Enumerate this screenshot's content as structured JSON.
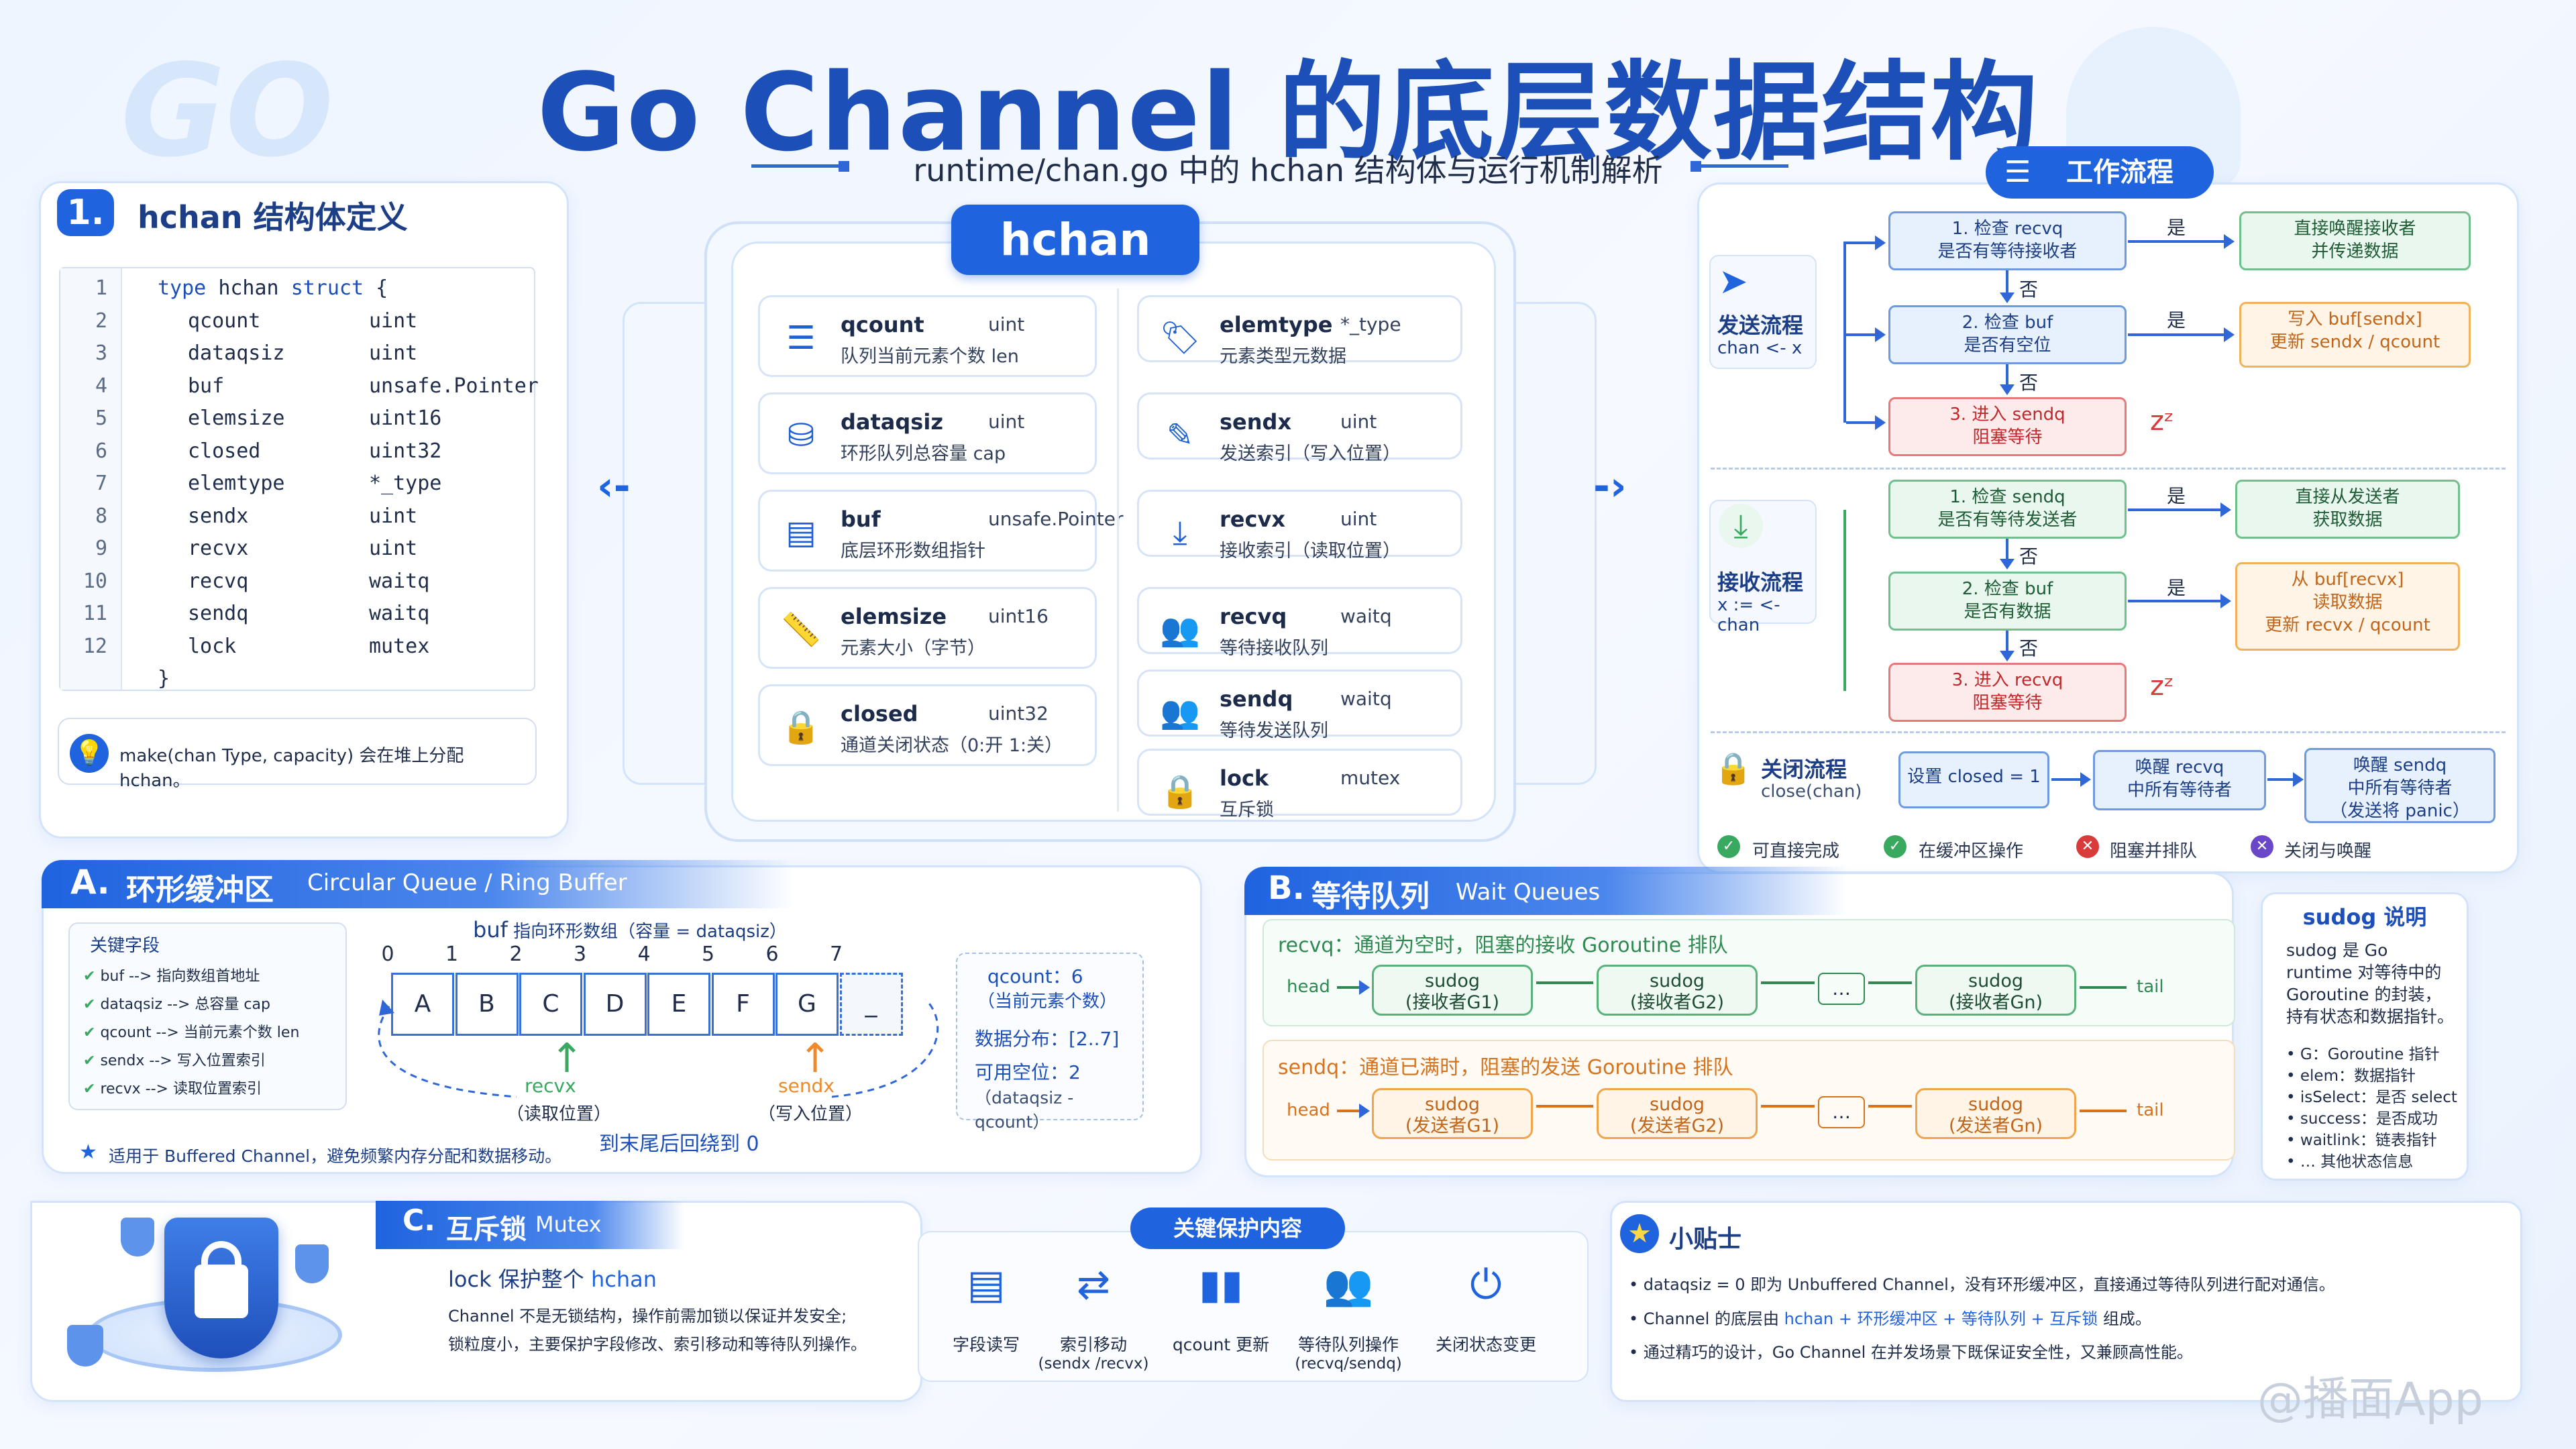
{
  "header": {
    "logo": "GO",
    "title": "Go Channel 的底层数据结构",
    "subtitle": "runtime/chan.go 中的 hchan 结构体与运行机制解析",
    "watermark": "@播面App"
  },
  "section1": {
    "num": "1.",
    "title": "hchan 结构体定义",
    "code_head": {
      "kw1": "type",
      "name": "hchan",
      "kw2": "struct",
      "brace": "{"
    },
    "code_lines": [
      {
        "ln": "1",
        "name": "",
        "type": ""
      },
      {
        "ln": "2",
        "name": "qcount",
        "type": "uint"
      },
      {
        "ln": "3",
        "name": "dataqsiz",
        "type": "uint"
      },
      {
        "ln": "4",
        "name": "buf",
        "type": "unsafe.Pointer"
      },
      {
        "ln": "5",
        "name": "elemsize",
        "type": "uint16"
      },
      {
        "ln": "6",
        "name": "closed",
        "type": "uint32"
      },
      {
        "ln": "7",
        "name": "elemtype",
        "type": "*_type"
      },
      {
        "ln": "8",
        "name": "sendx",
        "type": "uint"
      },
      {
        "ln": "9",
        "name": "recvx",
        "type": "uint"
      },
      {
        "ln": "10",
        "name": "recvq",
        "type": "waitq"
      },
      {
        "ln": "11",
        "name": "sendq",
        "type": "waitq"
      },
      {
        "ln": "12",
        "name": "lock",
        "type": "mutex"
      }
    ],
    "code_close": "}",
    "tip": "make(chan Type, capacity) 会在堆上分配 hchan。"
  },
  "hchan": {
    "title": "hchan",
    "left_fields": [
      {
        "name": "qcount",
        "type": "uint",
        "desc": "队列当前元素个数 len",
        "icon": "list-icon"
      },
      {
        "name": "dataqsiz",
        "type": "uint",
        "desc": "环形队列总容量 cap",
        "icon": "database-icon"
      },
      {
        "name": "buf",
        "type": "unsafe.Pointer",
        "desc": "底层环形数组指针",
        "icon": "buffer-icon"
      },
      {
        "name": "elemsize",
        "type": "uint16",
        "desc": "元素大小（字节）",
        "icon": "ruler-icon"
      },
      {
        "name": "closed",
        "type": "uint32",
        "desc": "通道关闭状态（0:开 1:关）",
        "icon": "lock-icon"
      }
    ],
    "right_fields": [
      {
        "name": "elemtype",
        "type": "*_type",
        "desc": "元素类型元数据",
        "icon": "tag-icon"
      },
      {
        "name": "sendx",
        "type": "uint",
        "desc": "发送索引（写入位置）",
        "icon": "pen-icon"
      },
      {
        "name": "recvx",
        "type": "uint",
        "desc": "接收索引（读取位置）",
        "icon": "download-icon"
      },
      {
        "name": "recvq",
        "type": "waitq",
        "desc": "等待接收队列",
        "icon": "group-icon"
      },
      {
        "name": "sendq",
        "type": "waitq",
        "desc": "等待发送队列",
        "icon": "group-icon"
      },
      {
        "name": "lock",
        "type": "mutex",
        "desc": "互斥锁",
        "icon": "lock-icon"
      }
    ]
  },
  "workflow": {
    "badge": "工作流程",
    "send": {
      "label": "发送流程",
      "code": "chan <- x",
      "step1": "1. 检查 recvq\n是否有等待接收者",
      "step2": "2. 检查 buf\n是否有空位",
      "step3": "3. 进入 sendq\n阻塞等待",
      "res1": "直接唤醒接收者\n并传递数据",
      "res2": "写入 buf[sendx]\n更新 sendx / qcount"
    },
    "recv": {
      "label": "接收流程",
      "code": "x := <- chan",
      "step1": "1. 检查 sendq\n是否有等待发送者",
      "step2": "2. 检查 buf\n是否有数据",
      "step3": "3. 进入 recvq\n阻塞等待",
      "res1": "直接从发送者\n获取数据",
      "res2": "从 buf[recvx]\n读取数据\n更新 recvx / qcount"
    },
    "close": {
      "label": "关闭流程",
      "code": "close(chan)",
      "step1": "设置 closed = 1",
      "step2": "唤醒 recvq\n中所有等待者",
      "step3": "唤醒 sendq\n中所有等待者\n（发送将 panic）"
    },
    "yes": "是",
    "no": "否",
    "zz": "zᶻ",
    "legend": [
      "可直接完成",
      "在缓冲区操作",
      "阻塞并排队",
      "关闭与唤醒"
    ]
  },
  "sectionA": {
    "num": "A.",
    "title": "环形缓冲区",
    "subtitle": "Circular Queue / Ring Buffer",
    "key_title": "关键字段",
    "keys": [
      {
        "k": "buf",
        "v": "指向数组首地址"
      },
      {
        "k": "dataqsiz",
        "v": "总容量 cap"
      },
      {
        "k": "qcount",
        "v": "当前元素个数 len"
      },
      {
        "k": "sendx",
        "v": "写入位置索引"
      },
      {
        "k": "recvx",
        "v": "读取位置索引"
      }
    ],
    "arrow": "-->",
    "buf_label": "buf",
    "buf_desc": "指向环形数组（容量 = dataqsiz）",
    "indices": [
      "0",
      "1",
      "2",
      "3",
      "4",
      "5",
      "6",
      "7"
    ],
    "cells": [
      "A",
      "B",
      "C",
      "D",
      "E",
      "F",
      "G",
      "_"
    ],
    "recvx": "recvx",
    "recvx_desc": "（读取位置）",
    "sendx": "sendx",
    "sendx_desc": "（写入位置）",
    "wrap": "到末尾后回绕到 0",
    "qcount": "qcount：6",
    "qcount_desc": "（当前元素个数）",
    "dist": "数据分布：[2..7]",
    "free": "可用空位：2",
    "free_desc": "（dataqsiz - qcount）",
    "note": "适用于 Buffered Channel，避免频繁内存分配和数据移动。"
  },
  "sectionB": {
    "num": "B.",
    "title": "等待队列",
    "subtitle": "Wait Queues",
    "recvq_title": "recvq：通道为空时，阻塞的接收 Goroutine 排队",
    "sendq_title": "sendq：通道已满时，阻塞的发送 Goroutine 排队",
    "head": "head",
    "tail": "tail",
    "dots": "…",
    "recv_nodes": [
      "sudog\n(接收者G1)",
      "sudog\n(接收者G2)",
      "sudog\n(接收者Gn)"
    ],
    "send_nodes": [
      "sudog\n(发送者G1)",
      "sudog\n(发送者G2)",
      "sudog\n(发送者Gn)"
    ]
  },
  "sudog": {
    "title": "sudog 说明",
    "desc": "sudog 是 Go runtime 对等待中的 Goroutine 的封装，持有状态和数据指针。",
    "items": [
      "G：Goroutine 指针",
      "elem：数据指针",
      "isSelect：是否 select",
      "success：是否成功",
      "waitlink：链表指针",
      "… 其他状态信息"
    ]
  },
  "sectionC": {
    "num": "C.",
    "title": "互斥锁",
    "subtitle": "Mutex",
    "lock_line": "lock 保护整个",
    "lock_target": "hchan",
    "desc1": "Channel 不是无锁结构，操作前需加锁以保证并发安全;",
    "desc2": "锁粒度小，主要保护字段修改、索引移动和等待队列操作。",
    "protect_title": "关键保护内容",
    "protect": [
      {
        "label": "字段读写",
        "sub": "",
        "icon": "document-icon"
      },
      {
        "label": "索引移动",
        "sub": "(sendx /recvx)",
        "icon": "swap-icon"
      },
      {
        "label": "qcount 更新",
        "sub": "",
        "icon": "bar-chart-icon"
      },
      {
        "label": "等待队列操作",
        "sub": "(recvq/sendq)",
        "icon": "group-icon"
      },
      {
        "label": "关闭状态变更",
        "sub": "",
        "icon": "power-icon"
      }
    ]
  },
  "tips": {
    "title": "小贴士",
    "t1": "dataqsiz = 0 即为 Unbuffered Channel，没有环形缓冲区，直接通过等待队列进行配对通信。",
    "t2a": "Channel 的底层由",
    "t2b": "hchan + 环形缓冲区 + 等待队列 + 互斥锁",
    "t2c": "组成。",
    "t3": "通过精巧的设计，Go Channel 在并发场景下既保证安全性，又兼顾高性能。"
  },
  "colors": {
    "primary": "#1f63df",
    "green": "#38a95f",
    "orange": "#ee8a2a",
    "red": "#d93a3a",
    "purple": "#6a47c8"
  }
}
